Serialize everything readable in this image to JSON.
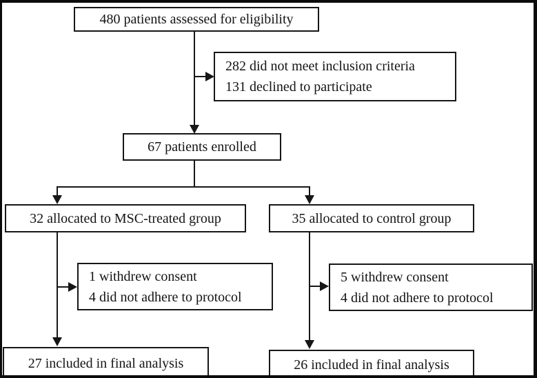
{
  "colors": {
    "background": "#ffffff",
    "line": "#161616",
    "box_fill": "#ffffff",
    "text": "#141414",
    "frame": "#0b0b0b"
  },
  "flowchart": {
    "type": "patient-flow-diagram",
    "nodes": {
      "assessed": {
        "lines": [
          "480 patients assessed for eligibility"
        ]
      },
      "excluded": {
        "lines": [
          "282 did not meet inclusion criteria",
          "131 declined to participate"
        ]
      },
      "enrolled": {
        "lines": [
          "67 patients enrolled"
        ]
      },
      "msc_group": {
        "lines": [
          "32 allocated to MSC-treated group"
        ]
      },
      "control_group": {
        "lines": [
          "35 allocated to control group"
        ]
      },
      "msc_withdrawn": {
        "lines": [
          "1 withdrew consent",
          "4 did not adhere to protocol"
        ]
      },
      "control_withdrawn": {
        "lines": [
          "5 withdrew consent",
          "4 did not adhere to protocol"
        ]
      },
      "msc_final": {
        "lines": [
          "27 included in final analysis"
        ]
      },
      "control_final": {
        "lines": [
          "26 included in final analysis"
        ]
      }
    }
  }
}
